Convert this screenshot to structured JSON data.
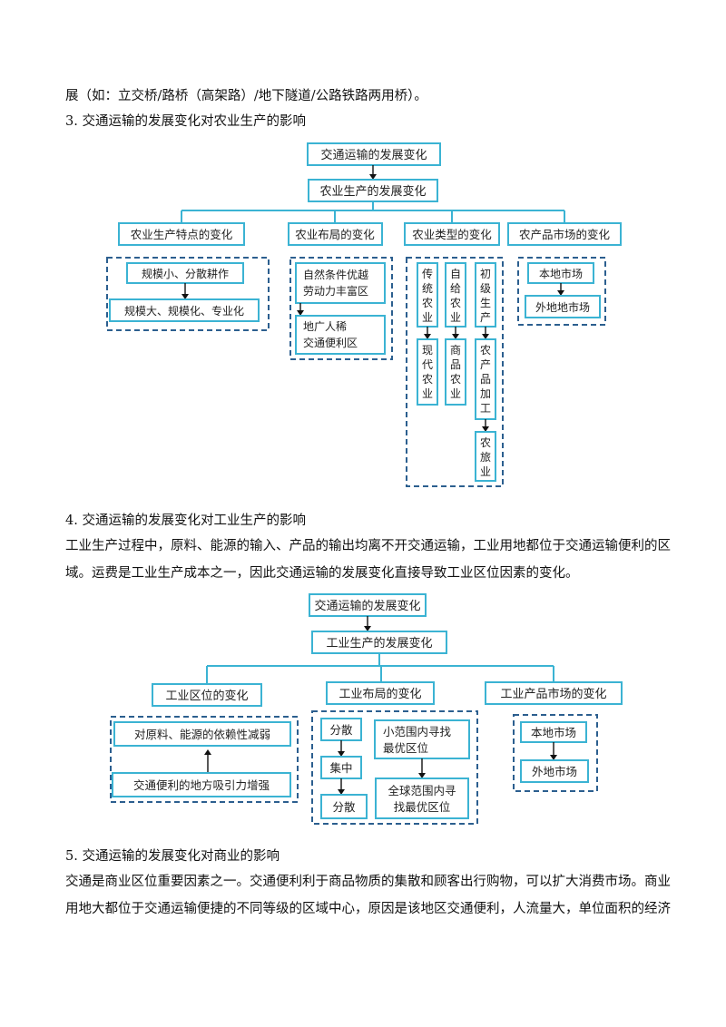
{
  "paragraphs": {
    "p0": "展（如：立交桥/路桥（高架路）/地下隧道/公路铁路两用桥）。",
    "h3": "3. 交通运输的发展变化对农业生产的影响",
    "h4": "4. 交通运输的发展变化对工业生产的影响",
    "p4a": "工业生产过程中，原料、能源的输入、产品的输出均离不开交通运输，工业用地都位于交通运输便利的区",
    "p4b": "域。运费是工业生产成本之一，因此交通运输的发展变化直接导致工业区位因素的变化。",
    "h5": "5.  交通运输的发展变化对商业的影响",
    "p5a": "交通是商业区位重要因素之一。交通便利利于商品物质的集散和顾客出行购物，可以扩大消费市场。商业",
    "p5b": "用地大都位于交通运输便捷的不同等级的区域中心，原因是该地区交通便利，人流量大，单位面积的经济"
  },
  "diagram1": {
    "top": "交通运输的发展变化",
    "second": "农业生产的发展变化",
    "branches": [
      "农业生产特点的变化",
      "农业布局的变化",
      "农业类型的变化",
      "农产品市场的变化"
    ],
    "features": [
      "规模小、分散耕作",
      "规模大、规模化、专业化"
    ],
    "layout_a": [
      "自然条件优越",
      "劳动力丰富区"
    ],
    "layout_b": [
      "地广人稀",
      "交通便利区"
    ],
    "type_col1": [
      "传统农业",
      "现代农业"
    ],
    "type_col2": [
      "自给农业",
      "商品农业"
    ],
    "type_col3": [
      "初级生产",
      "农产品加工",
      "农旅业"
    ],
    "market": [
      "本地市场",
      "外地地市场"
    ]
  },
  "diagram2": {
    "top": "交通运输的发展变化",
    "second": "工业生产的发展变化",
    "branches": [
      "工业区位的变化",
      "工业布局的变化",
      "工业产品市场的变化"
    ],
    "location": [
      "对原料、能源的依赖性减弱",
      "交通便利的地方吸引力增强"
    ],
    "layout_left": [
      "分散",
      "集中",
      "分散"
    ],
    "layout_right_a": [
      "小范围内寻找",
      "最优区位"
    ],
    "layout_right_b": [
      "全球范围内寻",
      "找最优区位"
    ],
    "market": [
      "本地市场",
      "外地市场"
    ]
  }
}
